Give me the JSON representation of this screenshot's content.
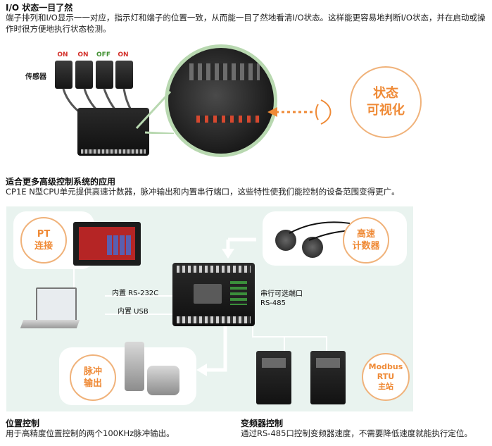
{
  "section1": {
    "title": "I/O 状态一目了然",
    "body": "端子排列和I/O显示一一对应，指示灯和端子的位置一致，从而能一目了然地看清I/O状态。这样能更容易地判断I/O状态，并在启动或操作时很方便地执行状态检测。",
    "figure": {
      "sensor_label": "传感器",
      "sensor_states": [
        "ON",
        "ON",
        "OFF",
        "ON"
      ],
      "bubble_line1": "状态",
      "bubble_line2": "可视化",
      "colors": {
        "on": "#d3302a",
        "off": "#3f8f2f",
        "accent": "#ef8a36"
      }
    }
  },
  "section2": {
    "title": "适合更多高级控制系统的应用",
    "body": "CP1E N型CPU单元提供高速计数器，脉冲输出和内置串行端口，这些特性使我们能控制的设备范围变得更广。",
    "diagram": {
      "pt_line1": "PT",
      "pt_line2": "连接",
      "counter_line1": "高速",
      "counter_line2": "计数器",
      "pulse_line1": "脉冲",
      "pulse_line2": "输出",
      "modbus_line1": "Modbus",
      "modbus_line2": "RTU",
      "modbus_line3": "主站",
      "rs232_label": "内置 RS-232C",
      "usb_label": "内置 USB",
      "serial_line1": "串行可选端口",
      "serial_line2": "RS-485"
    }
  },
  "section3": {
    "left_title": "位置控制",
    "left_body": "用于高精度位置控制的两个100KHz脉冲输出。",
    "right_title": "变频器控制",
    "right_body": "通过RS-485口控制变频器速度，不需要降低速度就能执行定位。"
  }
}
